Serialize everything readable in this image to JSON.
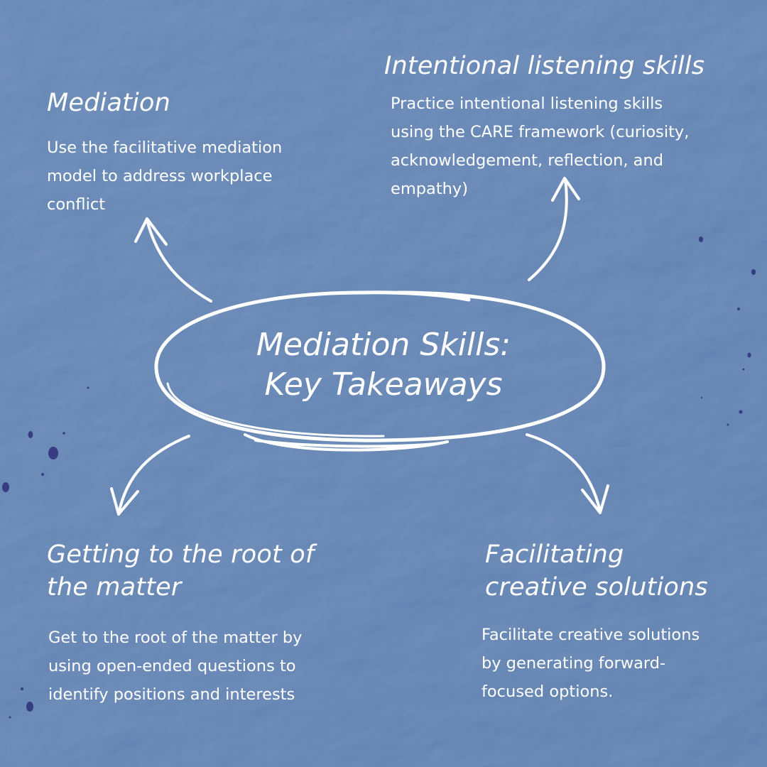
{
  "center": {
    "title_line1": "Mediation Skills:",
    "title_line2": "Key Takeaways"
  },
  "nodes": [
    {
      "heading": "Mediation",
      "body_lines": [
        "Use the facilitative mediation",
        "model to address workplace",
        "conflict"
      ]
    },
    {
      "heading": "Intentional listening skills",
      "body_lines": [
        "Practice intentional listening skills",
        "using the CARE framework (curiosity,",
        "acknowledgement, reflection, and",
        "empathy)"
      ]
    },
    {
      "heading_lines": [
        "Getting to the root of",
        "the matter"
      ],
      "body_lines": [
        "Get to the root of the matter by",
        "using open-ended questions to",
        "identify positions and interests"
      ]
    },
    {
      "heading_lines": [
        "Facilitating",
        "creative solutions"
      ],
      "body_lines": [
        "Facilitate creative solutions",
        "by generating forward-",
        "focused options."
      ]
    }
  ],
  "colors": {
    "background": "#5b7fb0",
    "ink": "#ffffff",
    "splatter": "#2e2f7a"
  },
  "icons": [
    "arrow-up-left-icon",
    "arrow-up-right-icon",
    "arrow-down-left-icon",
    "arrow-down-right-icon",
    "hand-drawn-ellipse"
  ]
}
